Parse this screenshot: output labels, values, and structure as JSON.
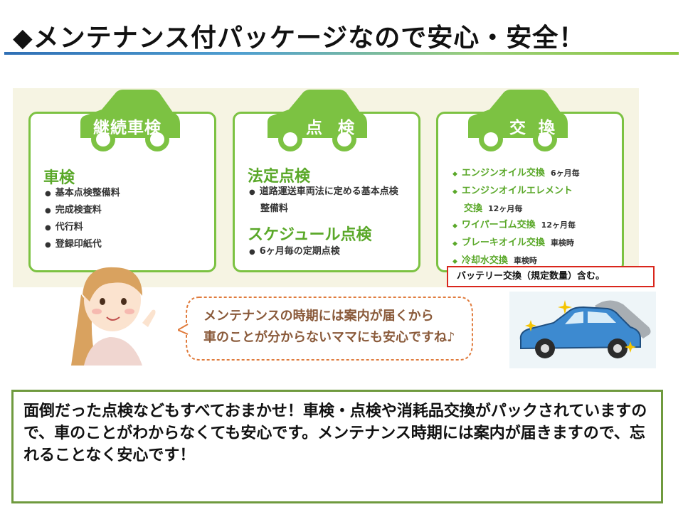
{
  "title": "◆メンテナンス付パッケージなので安心・安全！",
  "cards": [
    {
      "car_label": "継続車検",
      "heading": "車検",
      "items": [
        "基本点検整備料",
        "完成検査料",
        "代行料",
        "登録印紙代"
      ]
    },
    {
      "car_label": "点検",
      "heading": "法定点検",
      "items": [
        "道路運送車両法に定める基本点検",
        "整備料"
      ],
      "heading2": "スケジュール点検",
      "items2": [
        "6ヶ月毎の定期点検"
      ]
    },
    {
      "car_label": "交換",
      "items": [
        {
          "label": "エンジンオイル交換",
          "period": "6ヶ月毎"
        },
        {
          "label": "エンジンオイルエレメント",
          "period": ""
        },
        {
          "label": "交換",
          "period": "12ヶ月毎"
        },
        {
          "label": "ワイパーゴム交換",
          "period": "12ヶ月毎"
        },
        {
          "label": "ブレーキオイル交換",
          "period": "車検時"
        },
        {
          "label": "冷却水交換",
          "period": "車検時"
        }
      ]
    }
  ],
  "note": "バッテリー交換（規定数量）含む。",
  "speech": {
    "line1": "メンテナンスの時期には案内が届くから",
    "line2": "車のことが分からないママにも安心ですね♪"
  },
  "bottom_text": "面倒だった点検などもすべておまかせ！車検・点検や消耗品交換がパックされていますので、車のことがわからなくても安心です。メンテナンス時期には案内が届きますので、忘れることなく安心です！",
  "colors": {
    "green": "#7cc242",
    "heading_green": "#5aa829",
    "note_border": "#d9261c",
    "box_border": "#6f9a3e"
  }
}
